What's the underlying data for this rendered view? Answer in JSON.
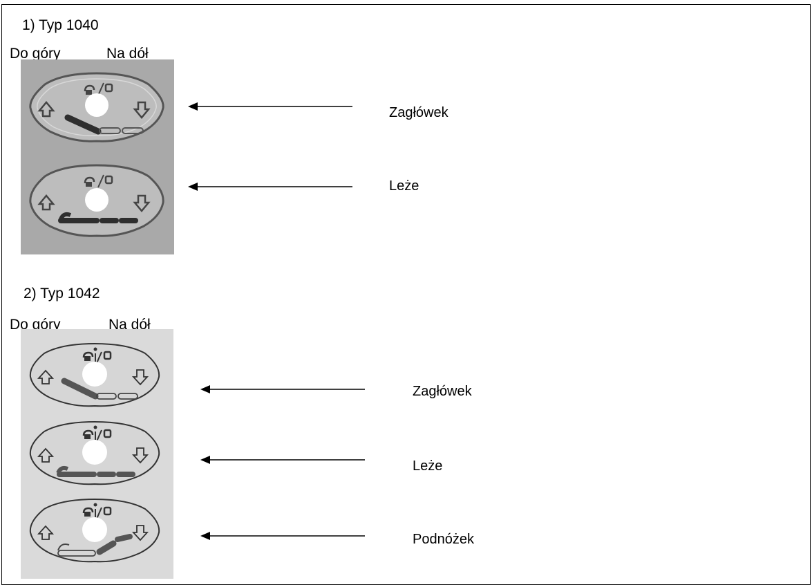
{
  "sections": [
    {
      "heading": "1) Typ 1040",
      "up_label": "Do góry",
      "down_label": "Na dół",
      "controls": [
        {
          "name": "headrest",
          "label": "Zagłówek"
        },
        {
          "name": "seat",
          "label": "Leże"
        }
      ]
    },
    {
      "heading": "2) Typ 1042",
      "up_label": "Do góry",
      "down_label": "Na dół",
      "controls": [
        {
          "name": "headrest",
          "label": "Zagłówek"
        },
        {
          "name": "seat",
          "label": "Leże"
        },
        {
          "name": "footrest",
          "label": "Podnóżek"
        }
      ]
    }
  ],
  "colors": {
    "panel1_bg": "#a9a9a9",
    "panel2_bg": "#dadada",
    "control_fill": "#c9c9c9",
    "bar_dark": "#3a3a3a"
  },
  "icons": [
    "up-arrow-icon",
    "down-arrow-icon",
    "lock-open-icon",
    "lock-closed-icon",
    "knob-icon"
  ]
}
